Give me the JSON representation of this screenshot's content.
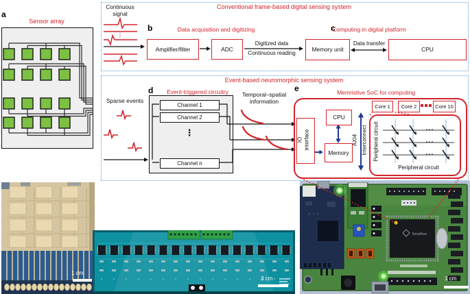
{
  "panels": {
    "a": {
      "letter": "a",
      "title": "Sensor array"
    },
    "b": {
      "letter": "b",
      "title": "Data acquisition and digitizing"
    },
    "c": {
      "letter": "c",
      "title": "Computing in digital platform"
    },
    "d": {
      "letter": "d",
      "title": "Event-triggered circuitry"
    },
    "e": {
      "letter": "e",
      "title": "Memristive SoC for computing"
    }
  },
  "system1": {
    "title": "Conventional frame-based digital sensing system",
    "continuous_signal": "Continuous\nsignal",
    "amplifier": "Amplifier/filter",
    "adc": "ADC",
    "digitized_data": "Digitized data",
    "continuous_reading": "Continuous reading",
    "memory_unit": "Memory unit",
    "data_transfer": "Data transfer",
    "cpu": "CPU"
  },
  "system2": {
    "title": "Event-based neuromorphic sensing system",
    "sparse_events": "Sparse events",
    "channels": [
      "Channel 1",
      "Channel 2",
      "Channel n"
    ],
    "vdots": "⋮",
    "temporal_spatial": "Temporal–spatial\ninformation",
    "soc": {
      "io": "IO\ninterface",
      "cpu": "CPU",
      "memory": "Memory",
      "axi4": "AXI4",
      "interconnect": "Interconnect",
      "cores": [
        "Core 1",
        "Core 2",
        "Core 10"
      ],
      "peripheral_left": "Peripheral circuit",
      "peripheral_bottom": "Peripheral circuit"
    }
  },
  "photos": {
    "film_scale": "1 cm",
    "pcb_scale": "3 cm",
    "board_scale": "1 cm",
    "chip_label": "TetraMem"
  },
  "colors": {
    "accent_red": "#d2232a",
    "dash_blue": "#57a2d8",
    "arrow_blue": "#1f3c92",
    "sensor_green": "#7cc142"
  }
}
